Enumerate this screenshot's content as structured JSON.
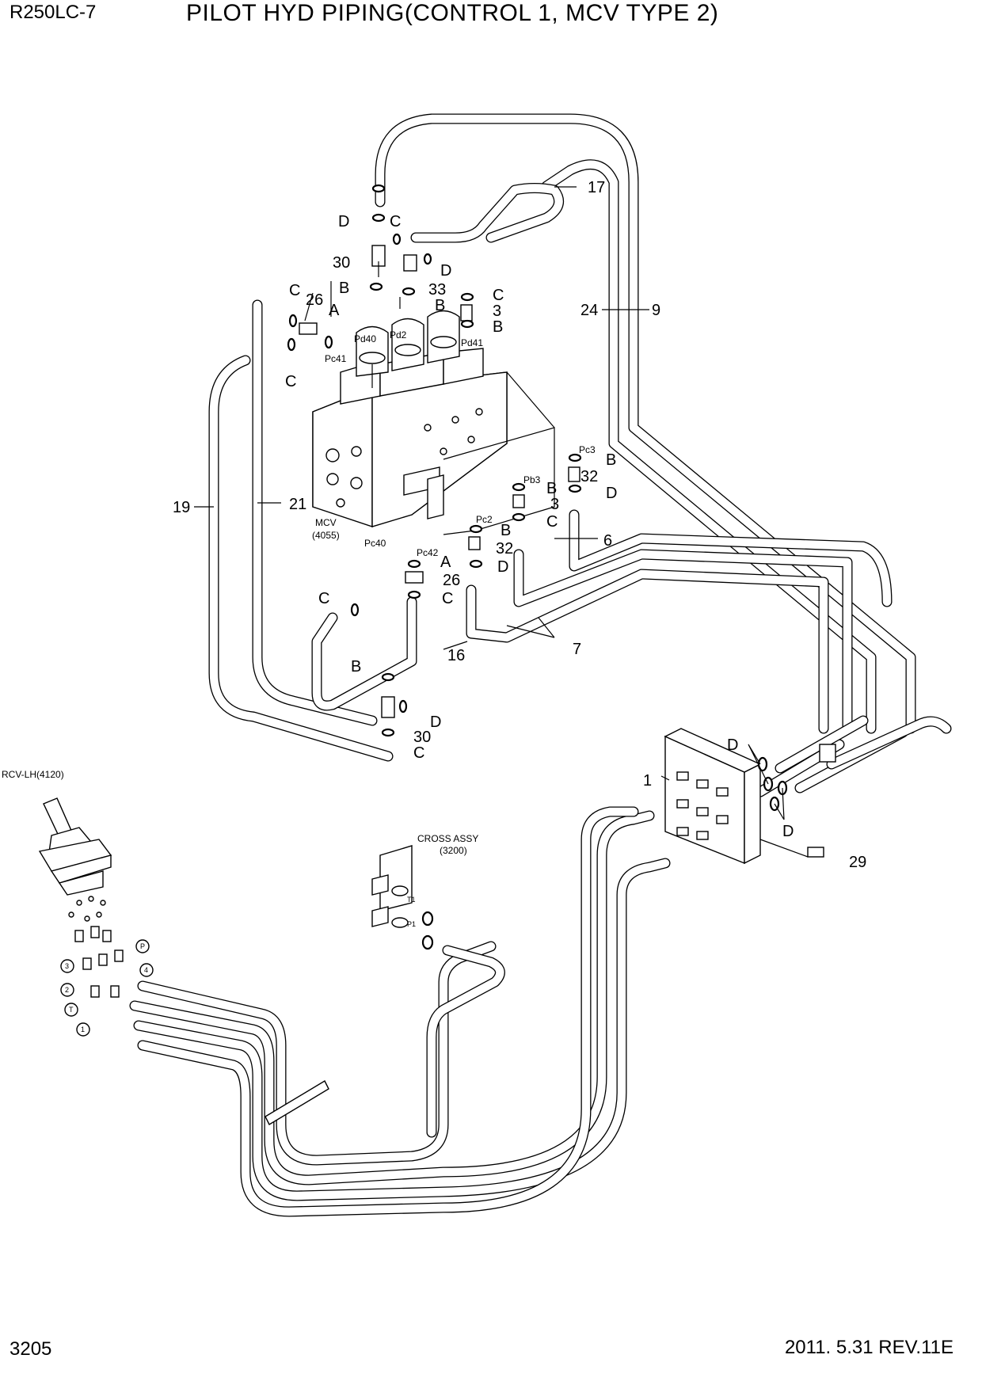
{
  "header": {
    "model": "R250LC-7",
    "title": "PILOT HYD PIPING(CONTROL 1,  MCV TYPE 2)"
  },
  "footer": {
    "page_number": "3205",
    "revision": "2011. 5.31  REV.11E"
  },
  "components": {
    "mcv_name": "MCV",
    "mcv_code": "(4055)",
    "rcv_name": "RCV-LH(4120)",
    "cross_name": "CROSS ASSY",
    "cross_code": "(3200)"
  },
  "part_numbers": {
    "p1": "1",
    "p3": "3",
    "p6": "6",
    "p7": "7",
    "p9": "9",
    "p16": "16",
    "p17": "17",
    "p19": "19",
    "p21": "21",
    "p24": "24",
    "p26": "26",
    "p29": "29",
    "p30": "30",
    "p32": "32",
    "p33": "33"
  },
  "seal_letters": {
    "a": "A",
    "b": "B",
    "c": "C",
    "d": "D"
  },
  "port_labels": {
    "pd40": "Pd40",
    "pd2": "Pd2",
    "pd41": "Pd41",
    "pc41": "Pc41",
    "pc3": "Pc3",
    "pb3": "Pb3",
    "pc2": "Pc2",
    "pc42": "Pc42",
    "pc40": "Pc40",
    "t1": "T1",
    "p1": "P1"
  },
  "rcv_port_numbers": {
    "n1": "1",
    "n2": "2",
    "n3": "3",
    "n4": "4",
    "nP": "P",
    "nT": "T"
  }
}
